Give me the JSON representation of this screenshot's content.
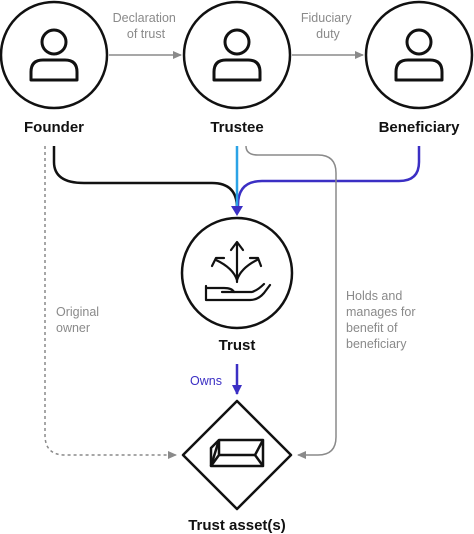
{
  "nodes": {
    "founder": {
      "label": "Founder",
      "icon": "person-icon"
    },
    "trustee": {
      "label": "Trustee",
      "icon": "person-icon"
    },
    "beneficiary": {
      "label": "Beneficiary",
      "icon": "person-icon"
    },
    "trust": {
      "label": "Trust",
      "icon": "hand-with-arrows-icon"
    },
    "trust_assets": {
      "label": "Trust asset(s)",
      "icon": "gold-bar-icon"
    }
  },
  "edges": {
    "declaration_of_trust": [
      "Declaration",
      "of trust"
    ],
    "fiduciary_duty": [
      "Fiduciary",
      "duty"
    ],
    "original_owner": [
      "Original",
      "owner"
    ],
    "holds_and_manages": [
      "Holds and",
      "manages for",
      "benefit of",
      "beneficiary"
    ],
    "owns": "Owns"
  },
  "colors": {
    "outline": "#111111",
    "connector_gray": "#8a8a8a",
    "trustee_line": "#2ba3e6",
    "beneficiary_line": "#3b2fc4",
    "owns_arrow": "#3b2fc4"
  }
}
